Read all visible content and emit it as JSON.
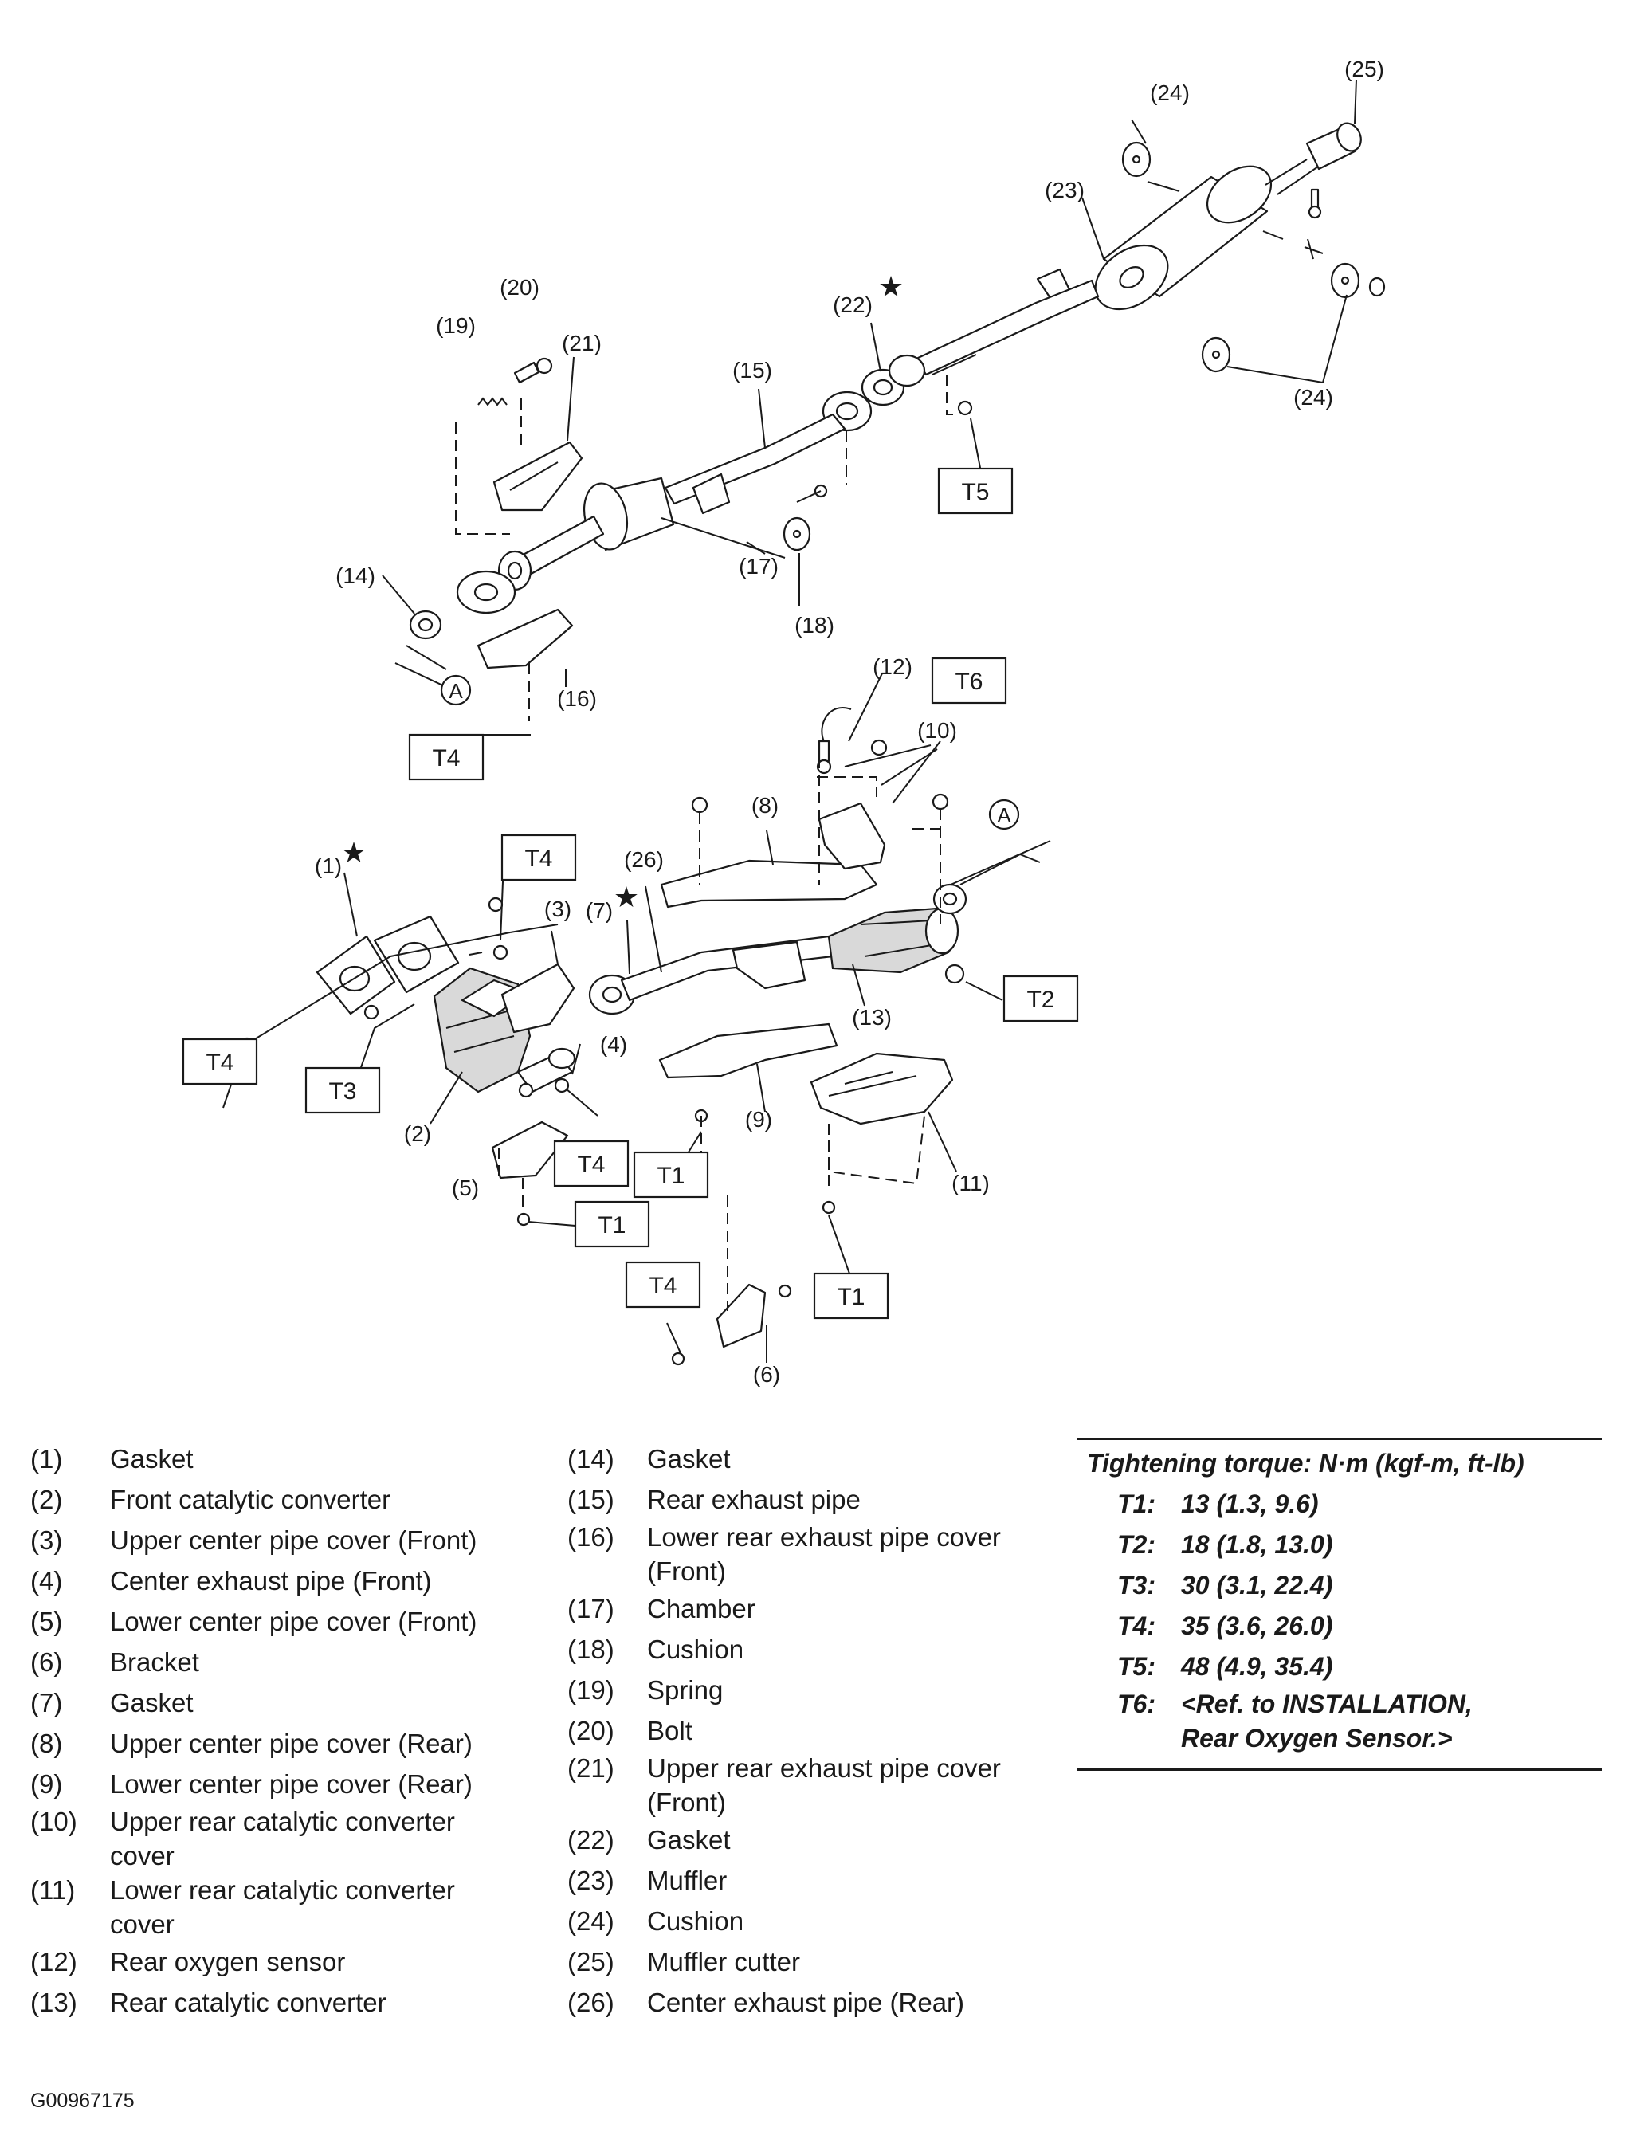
{
  "callouts": {
    "c1": "(1)",
    "c2": "(2)",
    "c3": "(3)",
    "c4": "(4)",
    "c5": "(5)",
    "c6": "(6)",
    "c7": "(7)",
    "c8": "(8)",
    "c9": "(9)",
    "c10": "(10)",
    "c11": "(11)",
    "c12": "(12)",
    "c13": "(13)",
    "c14": "(14)",
    "c15": "(15)",
    "c16": "(16)",
    "c17": "(17)",
    "c18": "(18)",
    "c19": "(19)",
    "c20": "(20)",
    "c21": "(21)",
    "c22": "(22)",
    "c23": "(23)",
    "c24a": "(24)",
    "c24b": "(24)",
    "c25": "(25)",
    "c26": "(26)"
  },
  "markers": {
    "a_top": "A",
    "a_bottom": "A",
    "star": "★"
  },
  "torque_boxes": {
    "t5": "T5",
    "t4_top": "T4",
    "t6": "T6",
    "t4_upper": "T4",
    "t2": "T2",
    "t4_left": "T4",
    "t3": "T3",
    "t4_mid": "T4",
    "t1_mid": "T1",
    "t1_low": "T1",
    "t4_low": "T4",
    "t1_right": "T1"
  },
  "legend": {
    "col1": [
      {
        "num": "(1)",
        "text": "Gasket"
      },
      {
        "num": "(2)",
        "text": "Front catalytic converter"
      },
      {
        "num": "(3)",
        "text": "Upper center pipe cover (Front)"
      },
      {
        "num": "(4)",
        "text": "Center exhaust pipe (Front)"
      },
      {
        "num": "(5)",
        "text": "Lower center pipe cover (Front)"
      },
      {
        "num": "(6)",
        "text": "Bracket"
      },
      {
        "num": "(7)",
        "text": "Gasket"
      },
      {
        "num": "(8)",
        "text": "Upper center pipe cover (Rear)"
      },
      {
        "num": "(9)",
        "text": "Lower center pipe cover (Rear)"
      },
      {
        "num": "(10)",
        "text": "Upper rear catalytic converter cover"
      },
      {
        "num": "(11)",
        "text": "Lower rear catalytic converter cover"
      },
      {
        "num": "(12)",
        "text": "Rear oxygen sensor"
      },
      {
        "num": "(13)",
        "text": "Rear catalytic converter"
      }
    ],
    "col2": [
      {
        "num": "(14)",
        "text": "Gasket"
      },
      {
        "num": "(15)",
        "text": "Rear exhaust pipe"
      },
      {
        "num": "(16)",
        "text": "Lower rear exhaust pipe cover (Front)"
      },
      {
        "num": "(17)",
        "text": "Chamber"
      },
      {
        "num": "(18)",
        "text": "Cushion"
      },
      {
        "num": "(19)",
        "text": "Spring"
      },
      {
        "num": "(20)",
        "text": "Bolt"
      },
      {
        "num": "(21)",
        "text": "Upper rear exhaust pipe cover (Front)"
      },
      {
        "num": "(22)",
        "text": "Gasket"
      },
      {
        "num": "(23)",
        "text": "Muffler"
      },
      {
        "num": "(24)",
        "text": "Cushion"
      },
      {
        "num": "(25)",
        "text": "Muffler cutter"
      },
      {
        "num": "(26)",
        "text": "Center exhaust pipe (Rear)"
      }
    ]
  },
  "torque": {
    "header": "Tightening torque: N·m (kgf-m, ft-lb)",
    "rows": [
      {
        "key": "T1:",
        "value": "13 (1.3, 9.6)"
      },
      {
        "key": "T2:",
        "value": "18 (1.8, 13.0)"
      },
      {
        "key": "T3:",
        "value": "30 (3.1, 22.4)"
      },
      {
        "key": "T4:",
        "value": "35 (3.6, 26.0)"
      },
      {
        "key": "T5:",
        "value": "48 (4.9, 35.4)"
      }
    ],
    "t6_key": "T6:",
    "t6_line1": "<Ref. to INSTALLATION,",
    "t6_line2": "Rear Oxygen Sensor.>"
  },
  "figure_code": "G00967175"
}
